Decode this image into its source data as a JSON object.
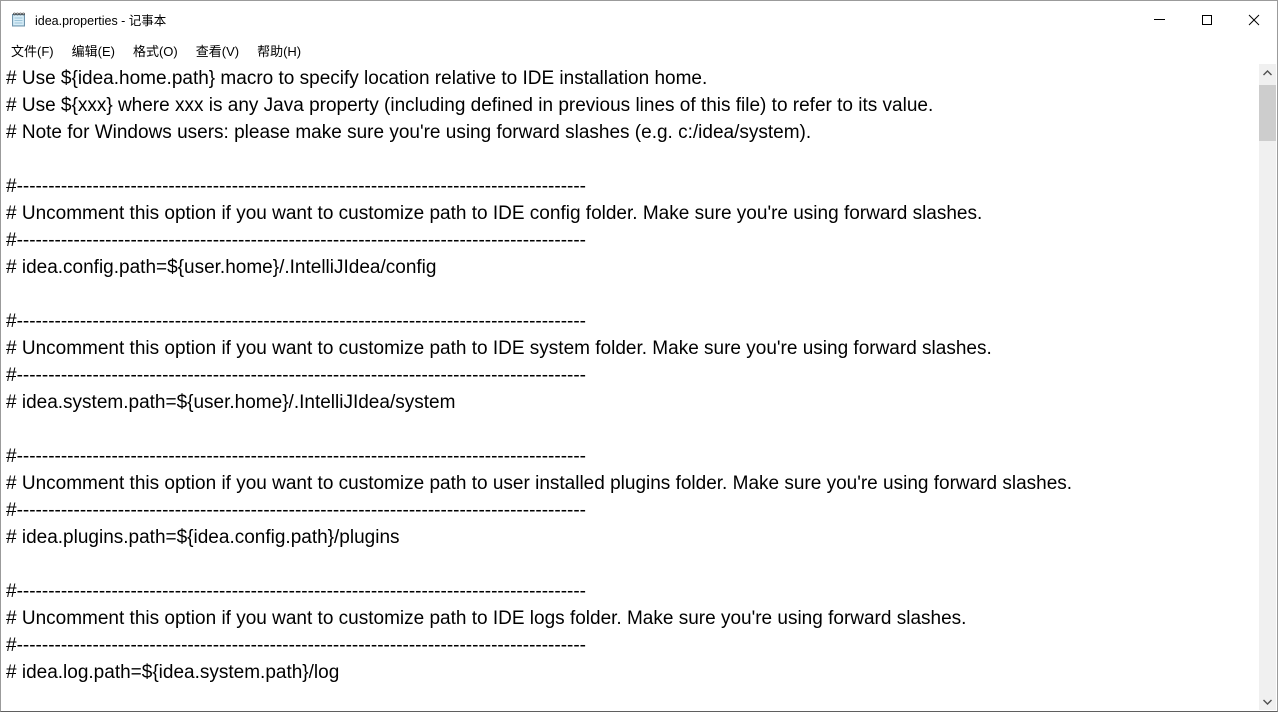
{
  "window": {
    "title": "idea.properties - 记事本"
  },
  "menu": {
    "items": [
      {
        "label": "文件(F)"
      },
      {
        "label": "编辑(E)"
      },
      {
        "label": "格式(O)"
      },
      {
        "label": "查看(V)"
      },
      {
        "label": "帮助(H)"
      }
    ]
  },
  "editor": {
    "lines": [
      "# Use ${idea.home.path} macro to specify location relative to IDE installation home.",
      "# Use ${xxx} where xxx is any Java property (including defined in previous lines of this file) to refer to its value.",
      "# Note for Windows users: please make sure you're using forward slashes (e.g. c:/idea/system).",
      "",
      "#------------------------------------------------------------------------------------------",
      "# Uncomment this option if you want to customize path to IDE config folder. Make sure you're using forward slashes.",
      "#------------------------------------------------------------------------------------------",
      "# idea.config.path=${user.home}/.IntelliJIdea/config",
      "",
      "#------------------------------------------------------------------------------------------",
      "# Uncomment this option if you want to customize path to IDE system folder. Make sure you're using forward slashes.",
      "#------------------------------------------------------------------------------------------",
      "# idea.system.path=${user.home}/.IntelliJIdea/system",
      "",
      "#------------------------------------------------------------------------------------------",
      "# Uncomment this option if you want to customize path to user installed plugins folder. Make sure you're using forward slashes.",
      "#------------------------------------------------------------------------------------------",
      "# idea.plugins.path=${idea.config.path}/plugins",
      "",
      "#------------------------------------------------------------------------------------------",
      "# Uncomment this option if you want to customize path to IDE logs folder. Make sure you're using forward slashes.",
      "#------------------------------------------------------------------------------------------",
      "# idea.log.path=${idea.system.path}/log",
      ""
    ]
  },
  "colors": {
    "titlebar_bg": "#ffffff",
    "text": "#000000",
    "scrollbar_track": "#f0f0f0",
    "scrollbar_thumb": "#cdcdcd",
    "window_border": "#9b9b9b"
  }
}
